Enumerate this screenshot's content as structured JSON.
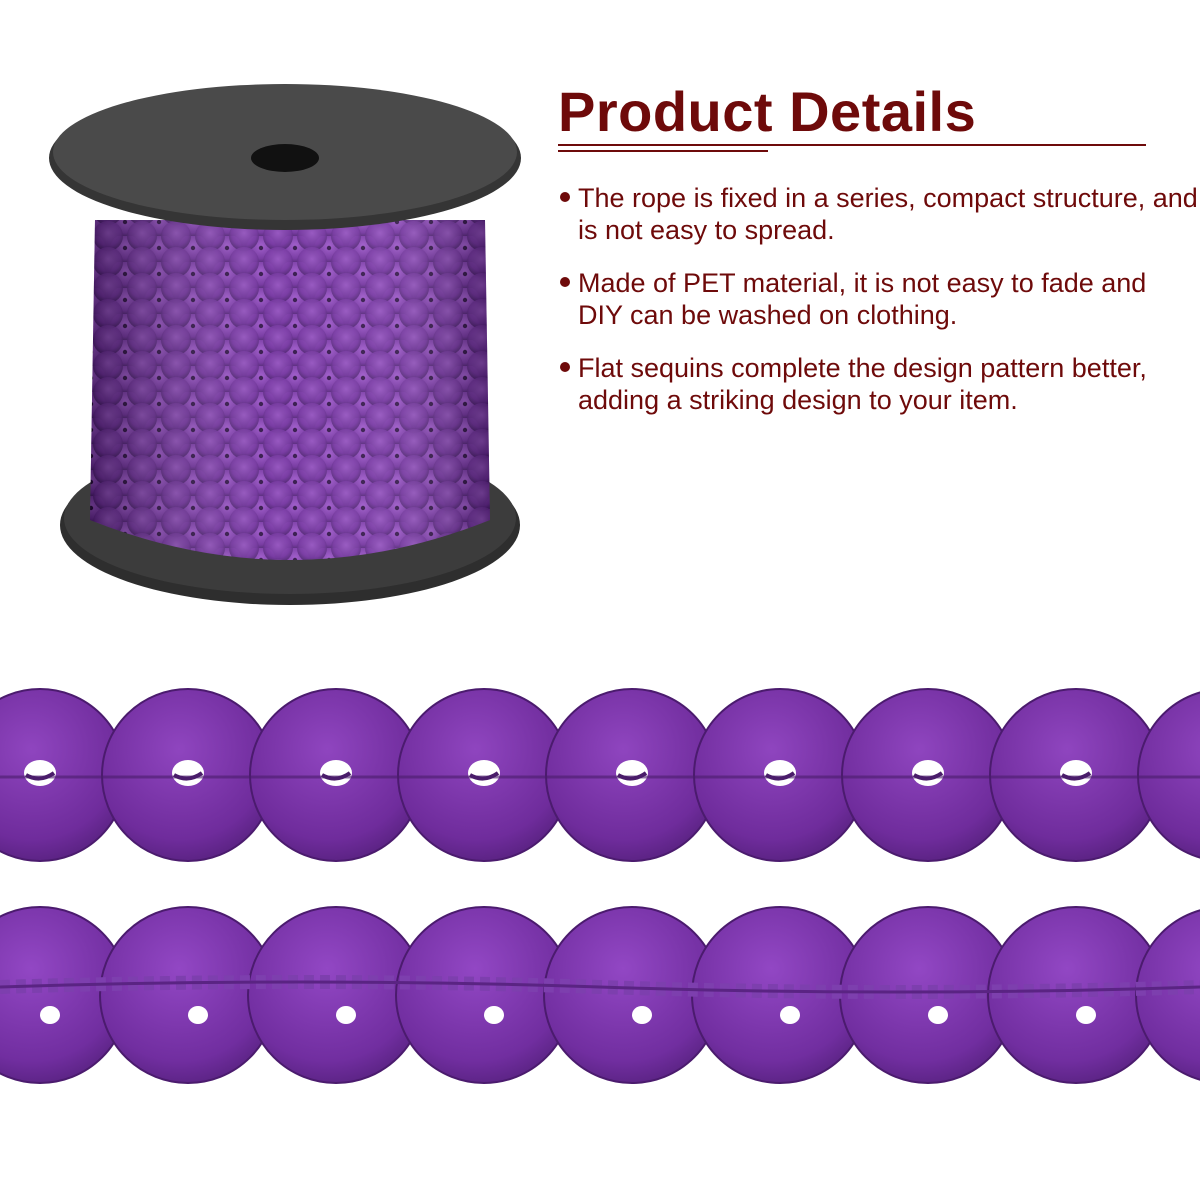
{
  "heading": "Product Details",
  "bullets": [
    "The rope is fixed in a series, compact structure, and is not easy to spread.",
    "Made of PET material, it is not easy to fade and DIY can be washed on clothing.",
    "Flat sequins complete the design pattern better, adding a striking design to your item."
  ],
  "colors": {
    "heading": "#6e0a0a",
    "sequin": "#7a2fa6",
    "sequin_dark": "#5a1f82",
    "spool": "#3a3a3a"
  },
  "icons": [
    "bullet-dot-icon"
  ]
}
